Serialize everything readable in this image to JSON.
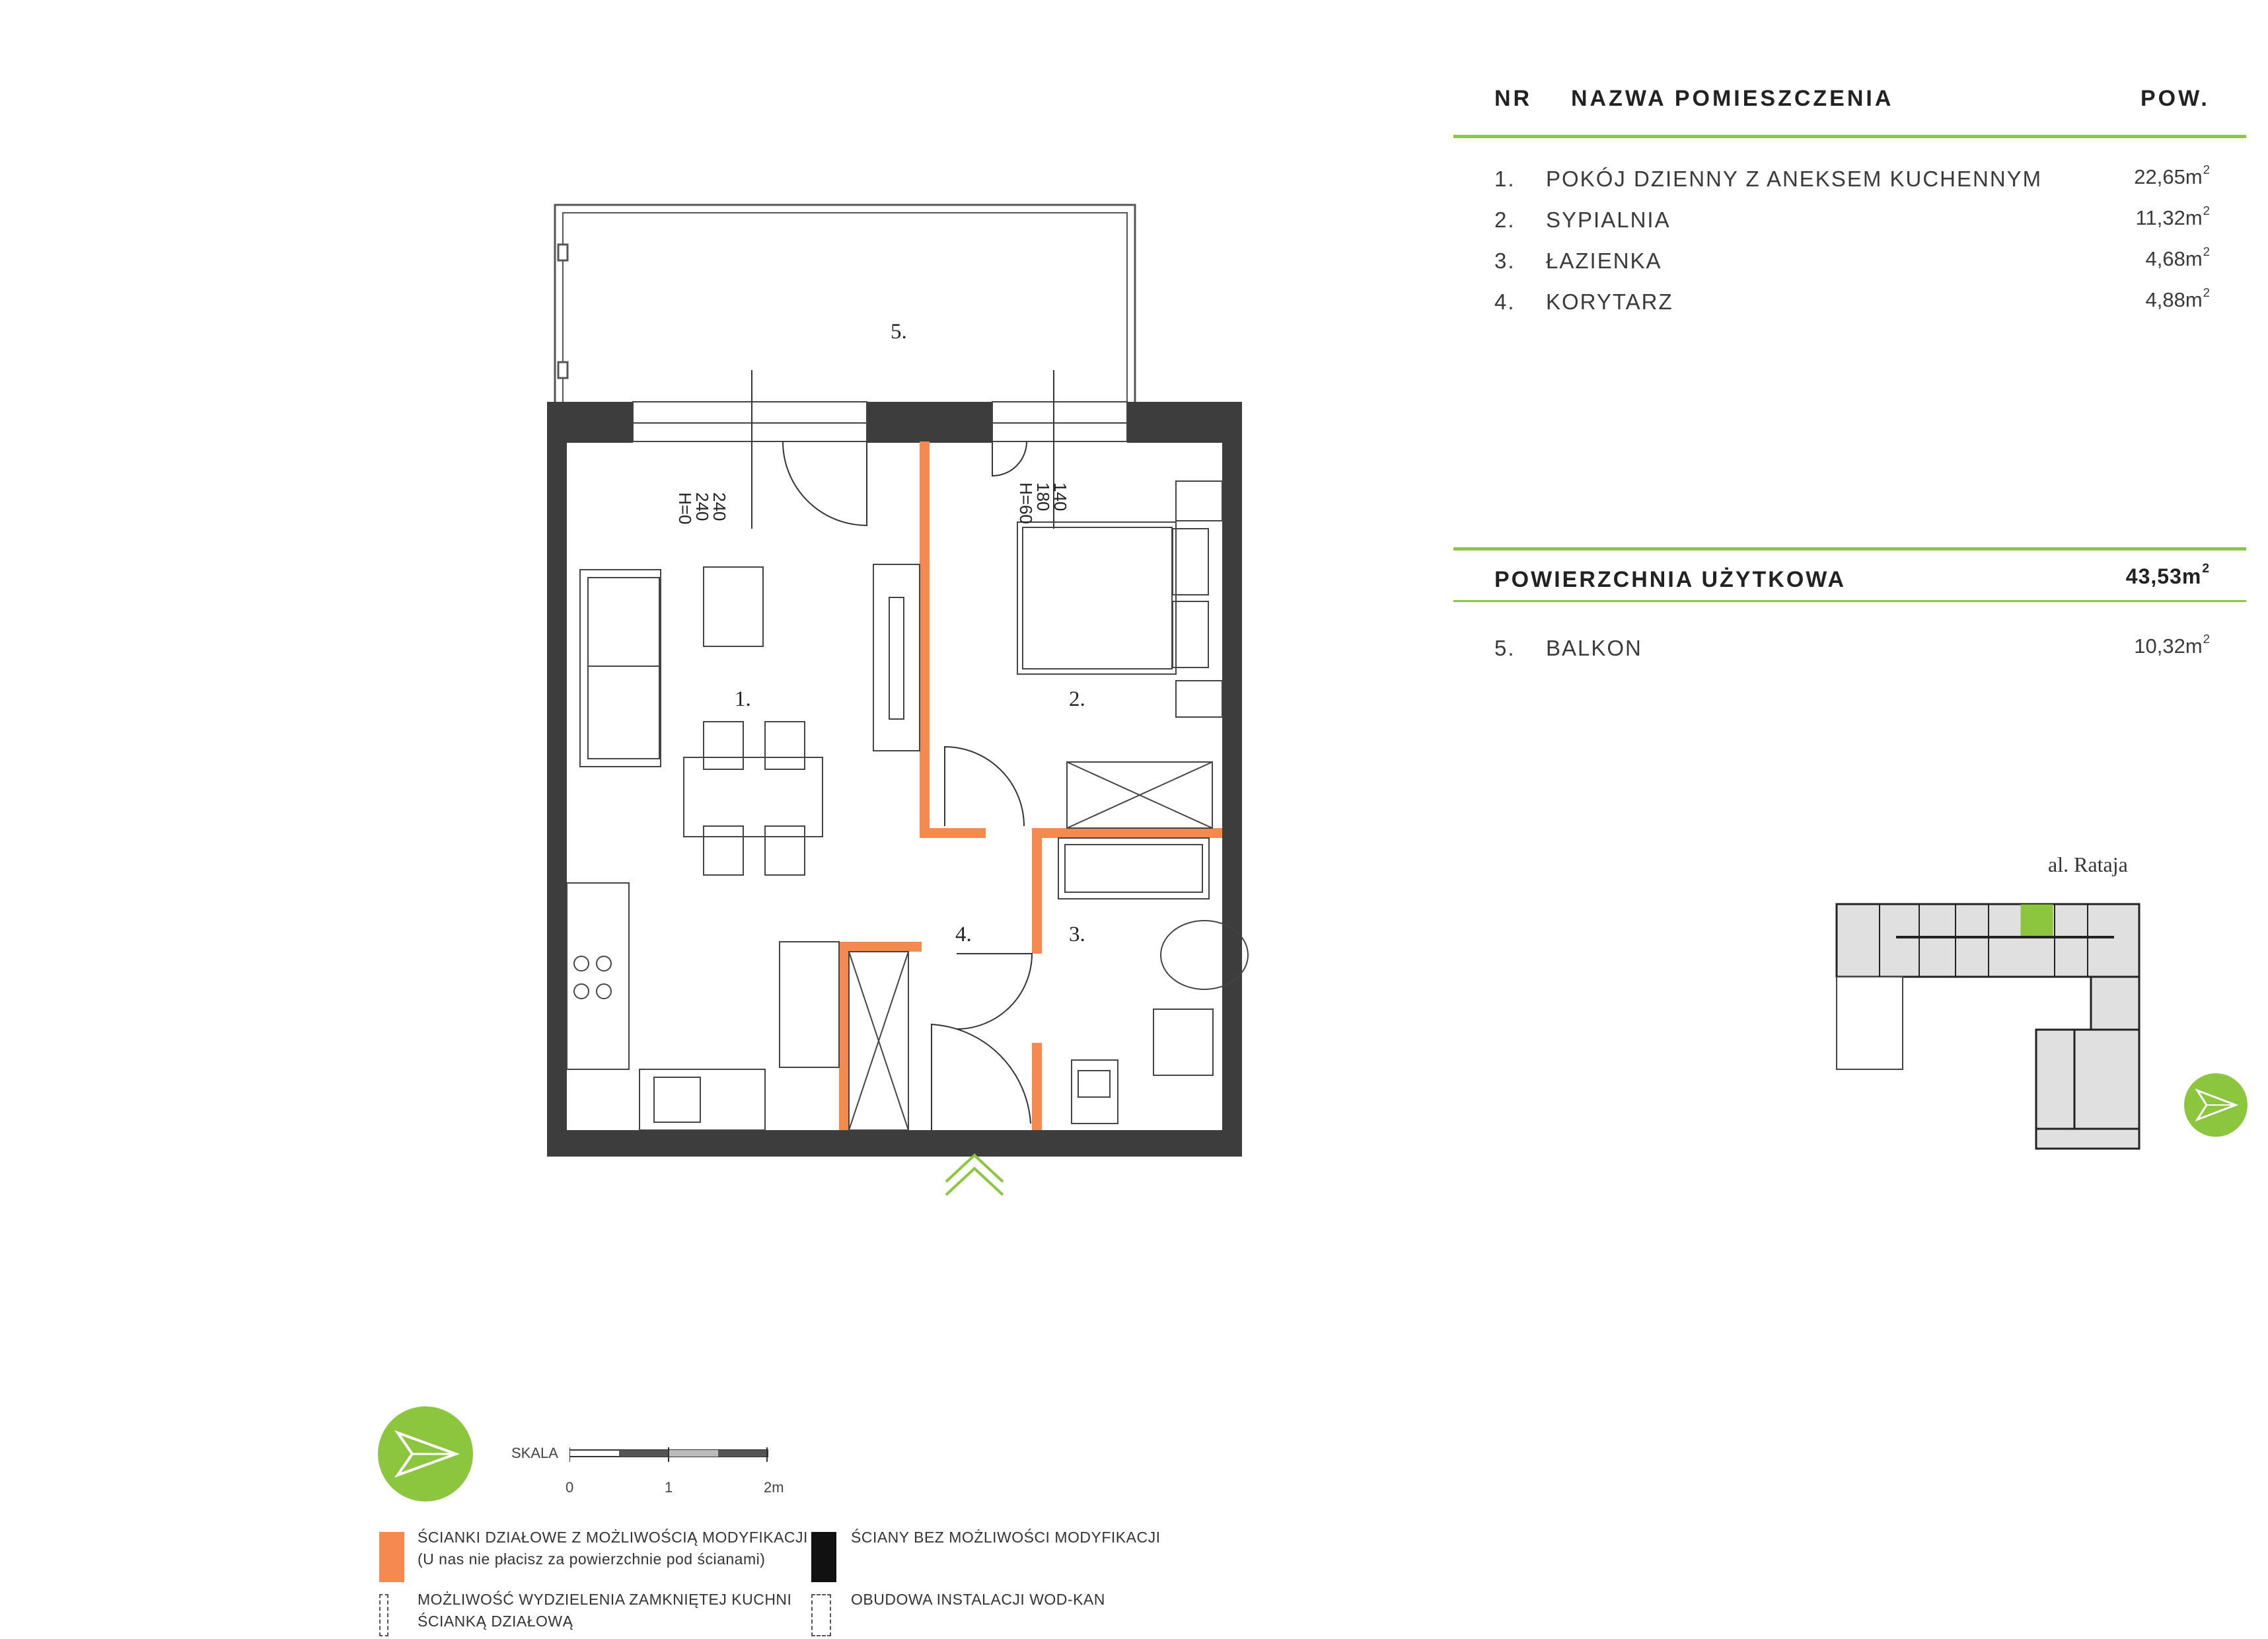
{
  "table": {
    "headers": {
      "nr": "NR",
      "name": "NAZWA POMIESZCZENIA",
      "area": "POW."
    },
    "rows": [
      {
        "nr": "1.",
        "name": "POKÓJ DZIENNY Z ANEKSEM KUCHENNYM",
        "area": "22,65m",
        "unit_sup": "2"
      },
      {
        "nr": "2.",
        "name": "SYPIALNIA",
        "area": "11,32m",
        "unit_sup": "2"
      },
      {
        "nr": "3.",
        "name": "ŁAZIENKA",
        "area": "4,68m",
        "unit_sup": "2"
      },
      {
        "nr": "4.",
        "name": "KORYTARZ",
        "area": "4,88m",
        "unit_sup": "2"
      }
    ],
    "total": {
      "label": "POWIERZCHNIA UŻYTKOWA",
      "area": "43,53m",
      "unit_sup": "2"
    },
    "extra": [
      {
        "nr": "5.",
        "name": "BALKON",
        "area": "10,32m",
        "unit_sup": "2"
      }
    ]
  },
  "plan": {
    "room_labels": [
      "1.",
      "2.",
      "3.",
      "4.",
      "5."
    ],
    "window_1": {
      "w": "240",
      "h": "240",
      "sill": "H=0"
    },
    "window_2": {
      "w": "140",
      "h": "180",
      "sill": "H=60"
    }
  },
  "key_plan": {
    "street": "al. Rataja"
  },
  "scale": {
    "label": "SKALA",
    "ticks": [
      "0",
      "1",
      "2m"
    ]
  },
  "legend": {
    "orange_line1": "ŚCIANKI DZIAŁOWE Z MOŻLIWOŚCIĄ MODYFIKACJI",
    "orange_line2": "(U nas nie płacisz za powierzchnie pod ścianami)",
    "black": "ŚCIANY BEZ MOŻLIWOŚCI MODYFIKACJI",
    "kitchen_line1": "MOŻLIWOŚĆ WYDZIELENIA ZAMKNIĘTEJ KUCHNI",
    "kitchen_line2": "ŚCIANKĄ DZIAŁOWĄ",
    "wodkan": "OBUDOWA INSTALACJI WOD-KAN"
  },
  "colors": {
    "accent_green": "#8cc63f",
    "modifiable_wall": "#f58a50",
    "structural_wall": "#3d3d3d"
  },
  "icons": [
    "compass-icon",
    "entrance-chevron-icon",
    "north-arrow-icon"
  ]
}
